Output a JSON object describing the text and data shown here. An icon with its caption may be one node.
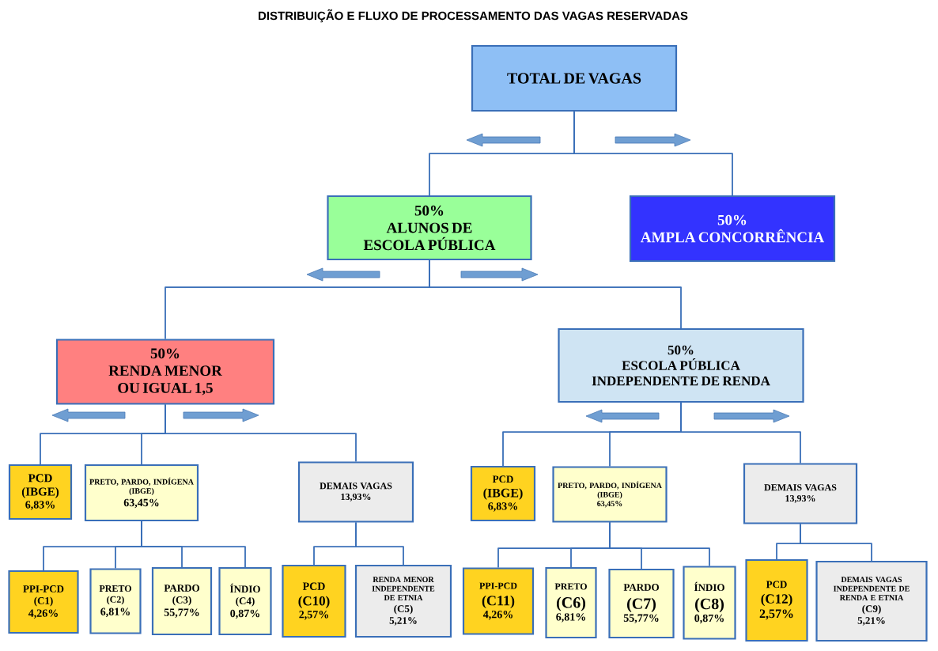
{
  "diagram": {
    "title": "DISTRIBUIÇÃO E FLUXO DE PROCESSAMENTO DAS VAGAS RESERVADAS",
    "nodes": [
      {
        "text": [
          "TOTAL DE VAGAS"
        ]
      },
      {
        "text": [
          "50%",
          "ALUNOS DE ESCOLA PÚBLICA"
        ]
      },
      {
        "text": [
          "50%",
          "AMPLA CONCORRÊNCIA"
        ]
      },
      {
        "text": [
          "50%",
          "RENDA MENOR OU IGUAL 1,5"
        ]
      },
      {
        "text": [
          "50%",
          "ESCOLA PÚBLICA INDEPENDENTE DE RENDA"
        ]
      },
      {
        "text": [
          "PCD",
          "(IBGE)",
          "6,83%"
        ]
      },
      {
        "text": [
          "PRETO, PARDO, INDÍGENA",
          "(IBGE)",
          "63,45%"
        ]
      },
      {
        "text": [
          "DEMAIS VAGAS",
          "13,93%"
        ]
      },
      {
        "text": [
          "PCD",
          "(IBGE)",
          "6,83%"
        ]
      },
      {
        "text": [
          "PRETO, PARDO, INDÍGENA",
          "(IBGE)",
          "63,45%"
        ]
      },
      {
        "text": [
          "DEMAIS VAGAS",
          "13,93%"
        ]
      },
      {
        "text": [
          "PPI-PCD",
          "(C1)",
          "4,26%"
        ]
      },
      {
        "text": [
          "PRETO",
          "(C2)",
          "6,81%"
        ]
      },
      {
        "text": [
          "PARDO",
          "(C3)",
          "55,77%"
        ]
      },
      {
        "text": [
          "ÍNDIO",
          "(C4)",
          "0,87%"
        ]
      },
      {
        "text": [
          "PCD",
          "(C10)",
          "2,57%"
        ]
      },
      {
        "text": [
          "RENDA MENOR INDEPENDENTE DE ETNIA",
          "(C5)",
          "5,21%"
        ]
      },
      {
        "text": [
          "PPI-PCD",
          "(C11)",
          "4,26%"
        ]
      },
      {
        "text": [
          "PRETO",
          "(C6)",
          "6,81%"
        ]
      },
      {
        "text": [
          "PARDO",
          "(C7)",
          "55,77%"
        ]
      },
      {
        "text": [
          "ÍNDIO",
          "(C8)",
          "0,87%"
        ]
      },
      {
        "text": [
          "PCD",
          "(C12)",
          "2,57%"
        ]
      },
      {
        "text": [
          "DEMAIS VAGAS INDEPENDENTE DE RENDA E ETNIA",
          "(C9)",
          "5,21%"
        ]
      }
    ],
    "edges": [
      {
        "from": 0,
        "to": 1,
        "arrow": "none"
      },
      {
        "from": 0,
        "to": 2,
        "arrow": "none"
      },
      {
        "from": 1,
        "to": 3,
        "arrow": "none"
      },
      {
        "from": 1,
        "to": 4,
        "arrow": "none"
      },
      {
        "from": 3,
        "to": 5,
        "arrow": "none"
      },
      {
        "from": 3,
        "to": 6,
        "arrow": "none"
      },
      {
        "from": 3,
        "to": 7,
        "arrow": "none"
      },
      {
        "from": 4,
        "to": 8,
        "arrow": "none"
      },
      {
        "from": 4,
        "to": 9,
        "arrow": "none"
      },
      {
        "from": 4,
        "to": 10,
        "arrow": "none"
      },
      {
        "from": 6,
        "to": 11,
        "arrow": "none"
      },
      {
        "from": 6,
        "to": 12,
        "arrow": "none"
      },
      {
        "from": 6,
        "to": 13,
        "arrow": "none"
      },
      {
        "from": 6,
        "to": 14,
        "arrow": "none"
      },
      {
        "from": 7,
        "to": 15,
        "arrow": "none"
      },
      {
        "from": 7,
        "to": 16,
        "arrow": "none"
      },
      {
        "from": 9,
        "to": 17,
        "arrow": "none"
      },
      {
        "from": 9,
        "to": 18,
        "arrow": "none"
      },
      {
        "from": 9,
        "to": 19,
        "arrow": "none"
      },
      {
        "from": 9,
        "to": 20,
        "arrow": "none"
      },
      {
        "from": 10,
        "to": 21,
        "arrow": "none"
      },
      {
        "from": 10,
        "to": 22,
        "arrow": "none"
      }
    ]
  }
}
